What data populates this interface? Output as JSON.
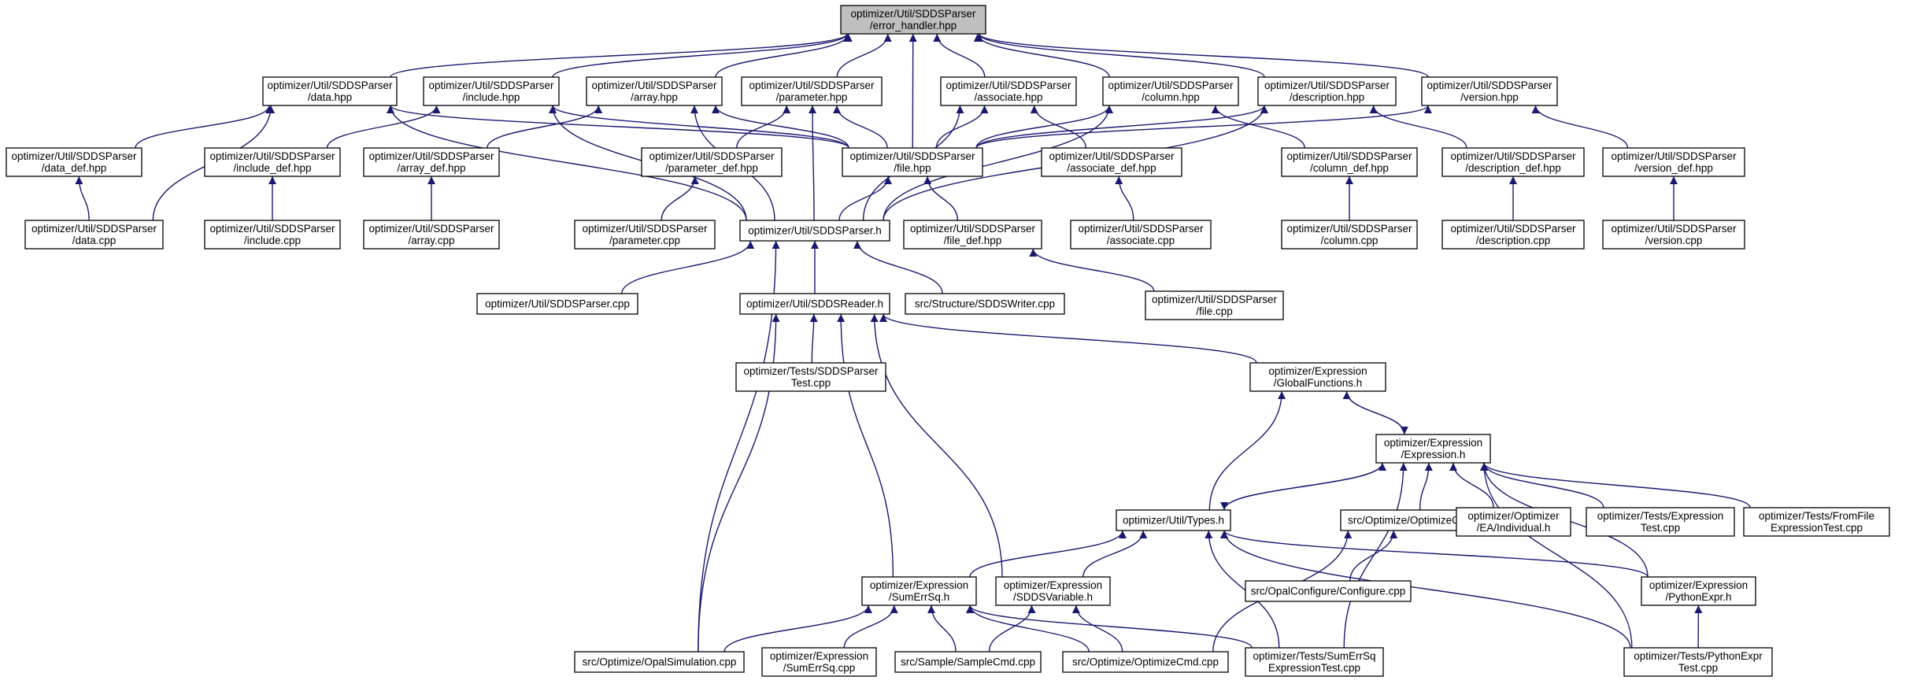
{
  "graph": {
    "nodes": [
      {
        "id": "error_handler",
        "lines": [
          "optimizer/Util/SDDSParser",
          "/error_handler.hpp"
        ],
        "fill": "#bfbfbf",
        "border": "#000000"
      },
      {
        "id": "data_hpp",
        "lines": [
          "optimizer/Util/SDDSParser",
          "/data.hpp"
        ]
      },
      {
        "id": "include_hpp",
        "lines": [
          "optimizer/Util/SDDSParser",
          "/include.hpp"
        ]
      },
      {
        "id": "array_hpp",
        "lines": [
          "optimizer/Util/SDDSParser",
          "/array.hpp"
        ]
      },
      {
        "id": "parameter_hpp",
        "lines": [
          "optimizer/Util/SDDSParser",
          "/parameter.hpp"
        ]
      },
      {
        "id": "associate_hpp",
        "lines": [
          "optimizer/Util/SDDSParser",
          "/associate.hpp"
        ]
      },
      {
        "id": "column_hpp",
        "lines": [
          "optimizer/Util/SDDSParser",
          "/column.hpp"
        ]
      },
      {
        "id": "description_hpp",
        "lines": [
          "optimizer/Util/SDDSParser",
          "/description.hpp"
        ]
      },
      {
        "id": "version_hpp",
        "lines": [
          "optimizer/Util/SDDSParser",
          "/version.hpp"
        ]
      },
      {
        "id": "data_def",
        "lines": [
          "optimizer/Util/SDDSParser",
          "/data_def.hpp"
        ]
      },
      {
        "id": "include_def",
        "lines": [
          "optimizer/Util/SDDSParser",
          "/include_def.hpp"
        ]
      },
      {
        "id": "array_def",
        "lines": [
          "optimizer/Util/SDDSParser",
          "/array_def.hpp"
        ]
      },
      {
        "id": "parameter_def",
        "lines": [
          "optimizer/Util/SDDSParser",
          "/parameter_def.hpp"
        ]
      },
      {
        "id": "file_hpp",
        "lines": [
          "optimizer/Util/SDDSParser",
          "/file.hpp"
        ]
      },
      {
        "id": "associate_def",
        "lines": [
          "optimizer/Util/SDDSParser",
          "/associate_def.hpp"
        ]
      },
      {
        "id": "column_def",
        "lines": [
          "optimizer/Util/SDDSParser",
          "/column_def.hpp"
        ]
      },
      {
        "id": "description_def",
        "lines": [
          "optimizer/Util/SDDSParser",
          "/description_def.hpp"
        ]
      },
      {
        "id": "version_def",
        "lines": [
          "optimizer/Util/SDDSParser",
          "/version_def.hpp"
        ]
      },
      {
        "id": "data_cpp",
        "lines": [
          "optimizer/Util/SDDSParser",
          "/data.cpp"
        ]
      },
      {
        "id": "include_cpp",
        "lines": [
          "optimizer/Util/SDDSParser",
          "/include.cpp"
        ]
      },
      {
        "id": "array_cpp",
        "lines": [
          "optimizer/Util/SDDSParser",
          "/array.cpp"
        ]
      },
      {
        "id": "parameter_cpp",
        "lines": [
          "optimizer/Util/SDDSParser",
          "/parameter.cpp"
        ]
      },
      {
        "id": "sddsparser_h",
        "lines": [
          "optimizer/Util/SDDSParser.h"
        ]
      },
      {
        "id": "file_def",
        "lines": [
          "optimizer/Util/SDDSParser",
          "/file_def.hpp"
        ]
      },
      {
        "id": "associate_cpp",
        "lines": [
          "optimizer/Util/SDDSParser",
          "/associate.cpp"
        ]
      },
      {
        "id": "column_cpp",
        "lines": [
          "optimizer/Util/SDDSParser",
          "/column.cpp"
        ]
      },
      {
        "id": "description_cpp",
        "lines": [
          "optimizer/Util/SDDSParser",
          "/description.cpp"
        ]
      },
      {
        "id": "version_cpp",
        "lines": [
          "optimizer/Util/SDDSParser",
          "/version.cpp"
        ]
      },
      {
        "id": "sddsparser_cpp",
        "lines": [
          "optimizer/Util/SDDSParser.cpp"
        ]
      },
      {
        "id": "sddsreader_h",
        "lines": [
          "optimizer/Util/SDDSReader.h"
        ]
      },
      {
        "id": "sddswriter_cpp",
        "lines": [
          "src/Structure/SDDSWriter.cpp"
        ]
      },
      {
        "id": "file_cpp",
        "lines": [
          "optimizer/Util/SDDSParser",
          "/file.cpp"
        ]
      },
      {
        "id": "sddsparsertest",
        "lines": [
          "optimizer/Tests/SDDSParser",
          "Test.cpp"
        ]
      },
      {
        "id": "globalfunctions",
        "lines": [
          "optimizer/Expression",
          "/GlobalFunctions.h"
        ]
      },
      {
        "id": "expression_h",
        "lines": [
          "optimizer/Expression",
          "/Expression.h"
        ]
      },
      {
        "id": "types_h",
        "lines": [
          "optimizer/Util/Types.h"
        ],
        "fill": "#ffffff",
        "border": "#ff0000"
      },
      {
        "id": "optimizecmd_h",
        "lines": [
          "src/Optimize/OptimizeCmd.h"
        ]
      },
      {
        "id": "individual_h",
        "lines": [
          "optimizer/Optimizer",
          "/EA/Individual.h"
        ],
        "fill": "#ffffff",
        "border": "#ff0000"
      },
      {
        "id": "expressiontest",
        "lines": [
          "optimizer/Tests/Expression",
          "Test.cpp"
        ]
      },
      {
        "id": "fromfiletest",
        "lines": [
          "optimizer/Tests/FromFile",
          "ExpressionTest.cpp"
        ]
      },
      {
        "id": "configure_cpp",
        "lines": [
          "src/OpalConfigure/Configure.cpp"
        ]
      },
      {
        "id": "sumerrsq_h",
        "lines": [
          "optimizer/Expression",
          "/SumErrSq.h"
        ]
      },
      {
        "id": "sddsvariable_h",
        "lines": [
          "optimizer/Expression",
          "/SDDSVariable.h"
        ]
      },
      {
        "id": "pythonexpr_h",
        "lines": [
          "optimizer/Expression",
          "/PythonExpr.h"
        ]
      },
      {
        "id": "opalsimulation",
        "lines": [
          "src/Optimize/OpalSimulation.cpp"
        ]
      },
      {
        "id": "sumerrsq_cpp",
        "lines": [
          "optimizer/Expression",
          "/SumErrSq.cpp"
        ]
      },
      {
        "id": "samplecmd",
        "lines": [
          "src/Sample/SampleCmd.cpp"
        ]
      },
      {
        "id": "optimizecmd_cpp",
        "lines": [
          "src/Optimize/OptimizeCmd.cpp"
        ]
      },
      {
        "id": "sumerrsqtest",
        "lines": [
          "optimizer/Tests/SumErrSq",
          "ExpressionTest.cpp"
        ]
      },
      {
        "id": "pythonexprtest",
        "lines": [
          "optimizer/Tests/PythonExpr",
          "Test.cpp"
        ]
      }
    ],
    "edges": [
      [
        "data_hpp",
        "error_handler"
      ],
      [
        "include_hpp",
        "error_handler"
      ],
      [
        "array_hpp",
        "error_handler"
      ],
      [
        "parameter_hpp",
        "error_handler"
      ],
      [
        "associate_hpp",
        "error_handler"
      ],
      [
        "column_hpp",
        "error_handler"
      ],
      [
        "description_hpp",
        "error_handler"
      ],
      [
        "version_hpp",
        "error_handler"
      ],
      [
        "file_hpp",
        "error_handler"
      ],
      [
        "data_def",
        "data_hpp"
      ],
      [
        "data_cpp",
        "data_hpp"
      ],
      [
        "file_hpp",
        "data_hpp"
      ],
      [
        "sddsparser_h",
        "data_hpp"
      ],
      [
        "include_def",
        "include_hpp"
      ],
      [
        "file_hpp",
        "include_hpp"
      ],
      [
        "sddsparser_h",
        "include_hpp"
      ],
      [
        "array_def",
        "array_hpp"
      ],
      [
        "file_hpp",
        "array_hpp"
      ],
      [
        "sddsparser_h",
        "array_hpp"
      ],
      [
        "parameter_def",
        "parameter_hpp"
      ],
      [
        "file_hpp",
        "parameter_hpp"
      ],
      [
        "sddsparser_h",
        "parameter_hpp"
      ],
      [
        "file_hpp",
        "associate_hpp"
      ],
      [
        "associate_def",
        "associate_hpp"
      ],
      [
        "sddsparser_h",
        "associate_hpp"
      ],
      [
        "file_hpp",
        "column_hpp"
      ],
      [
        "column_def",
        "column_hpp"
      ],
      [
        "sddsparser_h",
        "column_hpp"
      ],
      [
        "file_hpp",
        "description_hpp"
      ],
      [
        "description_def",
        "description_hpp"
      ],
      [
        "sddsparser_h",
        "description_hpp"
      ],
      [
        "file_hpp",
        "version_hpp"
      ],
      [
        "version_def",
        "version_hpp"
      ],
      [
        "data_cpp",
        "data_def"
      ],
      [
        "include_cpp",
        "include_def"
      ],
      [
        "array_cpp",
        "array_def"
      ],
      [
        "parameter_cpp",
        "parameter_def"
      ],
      [
        "associate_cpp",
        "associate_def"
      ],
      [
        "column_cpp",
        "column_def"
      ],
      [
        "description_cpp",
        "description_def"
      ],
      [
        "version_cpp",
        "version_def"
      ],
      [
        "sddsparser_h",
        "file_hpp"
      ],
      [
        "file_def",
        "file_hpp"
      ],
      [
        "file_cpp",
        "file_def"
      ],
      [
        "sddsparser_cpp",
        "sddsparser_h"
      ],
      [
        "sddsreader_h",
        "sddsparser_h"
      ],
      [
        "sddswriter_cpp",
        "sddsparser_h"
      ],
      [
        "opalsimulation",
        "sddsparser_h"
      ],
      [
        "sddsparsertest",
        "sddsreader_h"
      ],
      [
        "globalfunctions",
        "sddsreader_h"
      ],
      [
        "sumerrsq_h",
        "sddsreader_h"
      ],
      [
        "sddsvariable_h",
        "sddsreader_h"
      ],
      [
        "opalsimulation",
        "sddsreader_h"
      ],
      [
        "types_h",
        "globalfunctions"
      ],
      [
        "expression_h",
        "globalfunctions"
      ],
      [
        "globalfunctions",
        "expression_h"
      ],
      [
        "types_h",
        "expression_h"
      ],
      [
        "expression_h",
        "types_h"
      ],
      [
        "optimizecmd_h",
        "expression_h"
      ],
      [
        "individual_h",
        "expression_h"
      ],
      [
        "expressiontest",
        "expression_h"
      ],
      [
        "fromfiletest",
        "expression_h"
      ],
      [
        "pythonexpr_h",
        "expression_h"
      ],
      [
        "sumerrsqtest",
        "expression_h"
      ],
      [
        "pythonexprtest",
        "expression_h"
      ],
      [
        "sumerrsq_h",
        "types_h"
      ],
      [
        "sddsvariable_h",
        "types_h"
      ],
      [
        "pythonexpr_h",
        "types_h"
      ],
      [
        "sumerrsqtest",
        "types_h"
      ],
      [
        "pythonexprtest",
        "types_h"
      ],
      [
        "configure_cpp",
        "optimizecmd_h"
      ],
      [
        "optimizecmd_cpp",
        "optimizecmd_h"
      ],
      [
        "opalsimulation",
        "sumerrsq_h"
      ],
      [
        "sumerrsq_cpp",
        "sumerrsq_h"
      ],
      [
        "samplecmd",
        "sumerrsq_h"
      ],
      [
        "optimizecmd_cpp",
        "sumerrsq_h"
      ],
      [
        "sumerrsqtest",
        "sumerrsq_h"
      ],
      [
        "samplecmd",
        "sddsvariable_h"
      ],
      [
        "optimizecmd_cpp",
        "sddsvariable_h"
      ],
      [
        "pythonexprtest",
        "pythonexpr_h"
      ]
    ]
  }
}
